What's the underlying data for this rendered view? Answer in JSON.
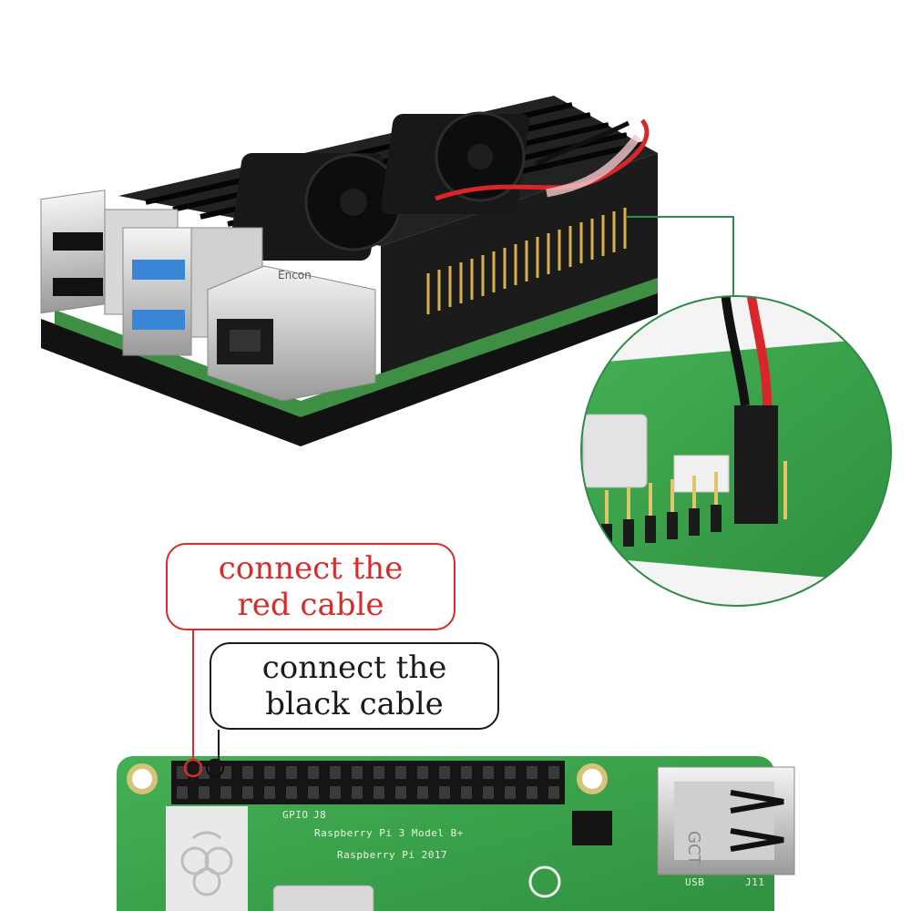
{
  "callouts": {
    "red": {
      "line1": "connect the",
      "line2": "red cable",
      "color": "#d92b2b"
    },
    "black": {
      "line1": "connect the",
      "line2": "black cable",
      "color": "#1a1a1a"
    }
  },
  "board_silkscreen": {
    "model": "Raspberry Pi 3 Model B+",
    "copyright": "Raspberry Pi 2017",
    "gpio": "GPIO",
    "j8": "J8",
    "usb": "USB",
    "j11": "J11"
  },
  "product_labels": {
    "usb_logo": "GCT",
    "rj45_logo": "Encon"
  },
  "colors": {
    "case": "#151515",
    "pcb_green": "#3aa14a",
    "highlight_line": "#2e8b4a"
  }
}
